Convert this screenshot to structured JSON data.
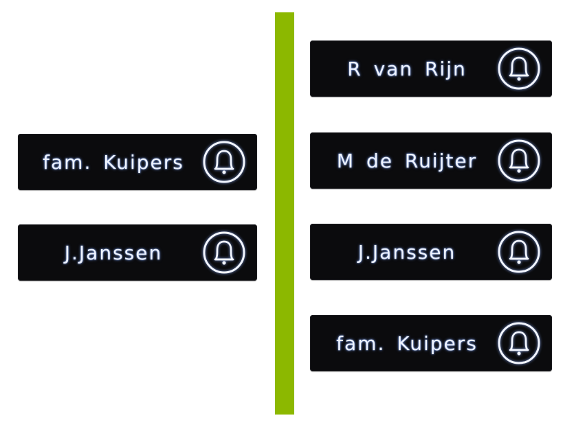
{
  "colors": {
    "divider": "#8cb800",
    "plate": "#0b0b0d",
    "text_glow": "#8fb3ff"
  },
  "left_column": [
    {
      "label": "fam. Kuipers",
      "icon": "bell-icon"
    },
    {
      "label": "J.Janssen",
      "icon": "bell-icon"
    }
  ],
  "right_column": [
    {
      "label": "R van Rijn",
      "icon": "bell-icon"
    },
    {
      "label": "M de Ruijter",
      "icon": "bell-icon"
    },
    {
      "label": "J.Janssen",
      "icon": "bell-icon"
    },
    {
      "label": "fam. Kuipers",
      "icon": "bell-icon"
    }
  ]
}
